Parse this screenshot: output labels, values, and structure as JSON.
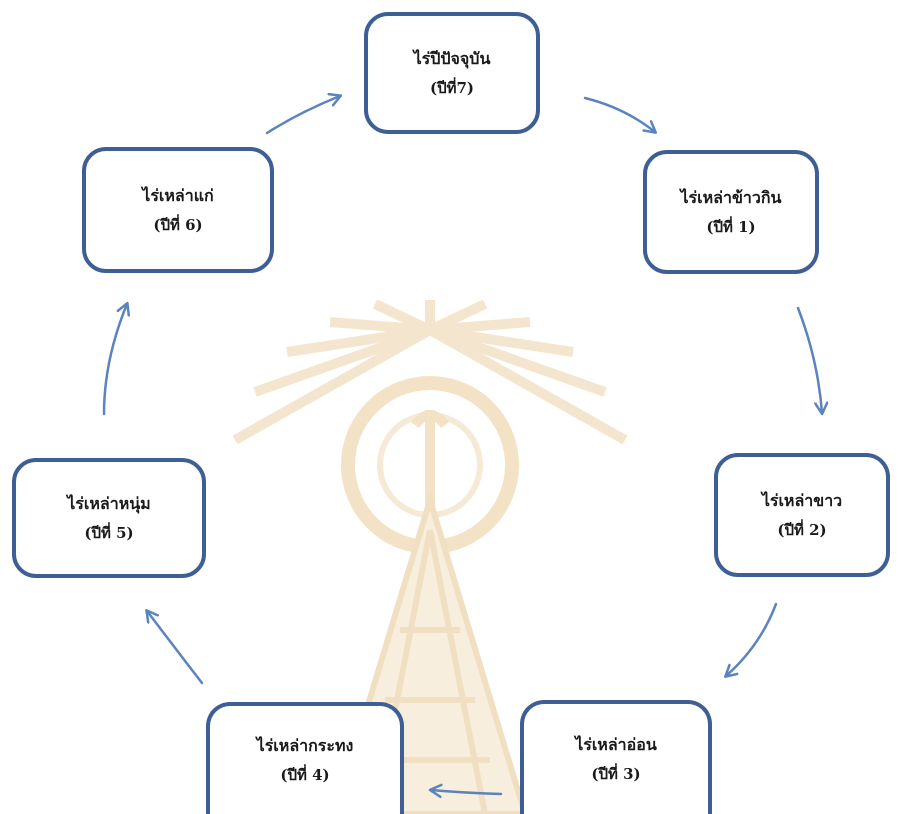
{
  "diagram": {
    "stages": [
      {
        "name": "ไร่ปีปัจจุบัน",
        "year": "(ปีที่7)"
      },
      {
        "name": "ไร่เหล่าข้าวกิน",
        "year": "(ปีที่ 1)"
      },
      {
        "name": "ไร่เหล่าขาว",
        "year": "(ปีที่ 2)"
      },
      {
        "name": "ไร่เหล่าอ่อน",
        "year": "(ปีที่ 3)"
      },
      {
        "name": "ไร่เหล่ากระทง",
        "year": "(ปีที่ 4)"
      },
      {
        "name": "ไร่เหล่าหนุ่ม",
        "year": "(ปีที่ 5)"
      },
      {
        "name": "ไร่เหล่าแก่",
        "year": "(ปีที่ 6)"
      }
    ],
    "colors": {
      "box_border": "#3d5f93",
      "arrow": "#5b84bf",
      "watermark": "#f3e2c6"
    }
  }
}
